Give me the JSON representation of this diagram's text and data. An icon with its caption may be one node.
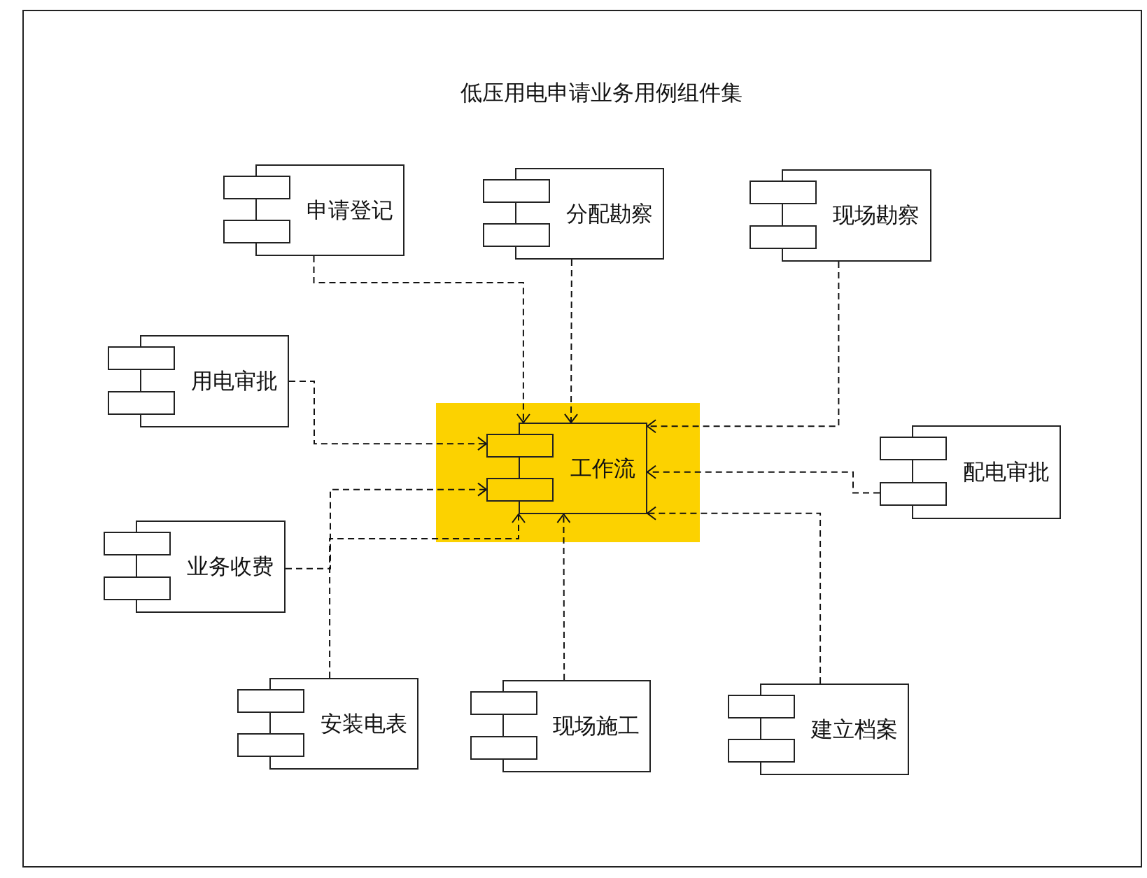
{
  "diagram": {
    "title": "低压用电申请业务用例组件集",
    "nodes": [
      {
        "text": [
          "申请登记"
        ]
      },
      {
        "text": [
          "分配勘察"
        ]
      },
      {
        "text": [
          "现场勘察"
        ]
      },
      {
        "text": [
          "用电审批"
        ]
      },
      {
        "text": [
          "工作流"
        ]
      },
      {
        "text": [
          "配电审批"
        ]
      },
      {
        "text": [
          "业务收费"
        ]
      },
      {
        "text": [
          "安装电表"
        ]
      },
      {
        "text": [
          "现场施工"
        ]
      },
      {
        "text": [
          "建立档案"
        ]
      }
    ],
    "edges": [
      {
        "from": 0,
        "to": 4,
        "arrow": "to",
        "style": "dashed"
      },
      {
        "from": 1,
        "to": 4,
        "arrow": "to",
        "style": "dashed"
      },
      {
        "from": 2,
        "to": 4,
        "arrow": "to",
        "style": "dashed"
      },
      {
        "from": 3,
        "to": 4,
        "arrow": "to",
        "style": "dashed"
      },
      {
        "from": 5,
        "to": 4,
        "arrow": "to",
        "style": "dashed"
      },
      {
        "from": 6,
        "to": 4,
        "arrow": "to",
        "style": "dashed"
      },
      {
        "from": 7,
        "to": 4,
        "arrow": "to",
        "style": "dashed"
      },
      {
        "from": 8,
        "to": 4,
        "arrow": "to",
        "style": "dashed"
      },
      {
        "from": 9,
        "to": 4,
        "arrow": "to",
        "style": "dashed"
      }
    ]
  }
}
